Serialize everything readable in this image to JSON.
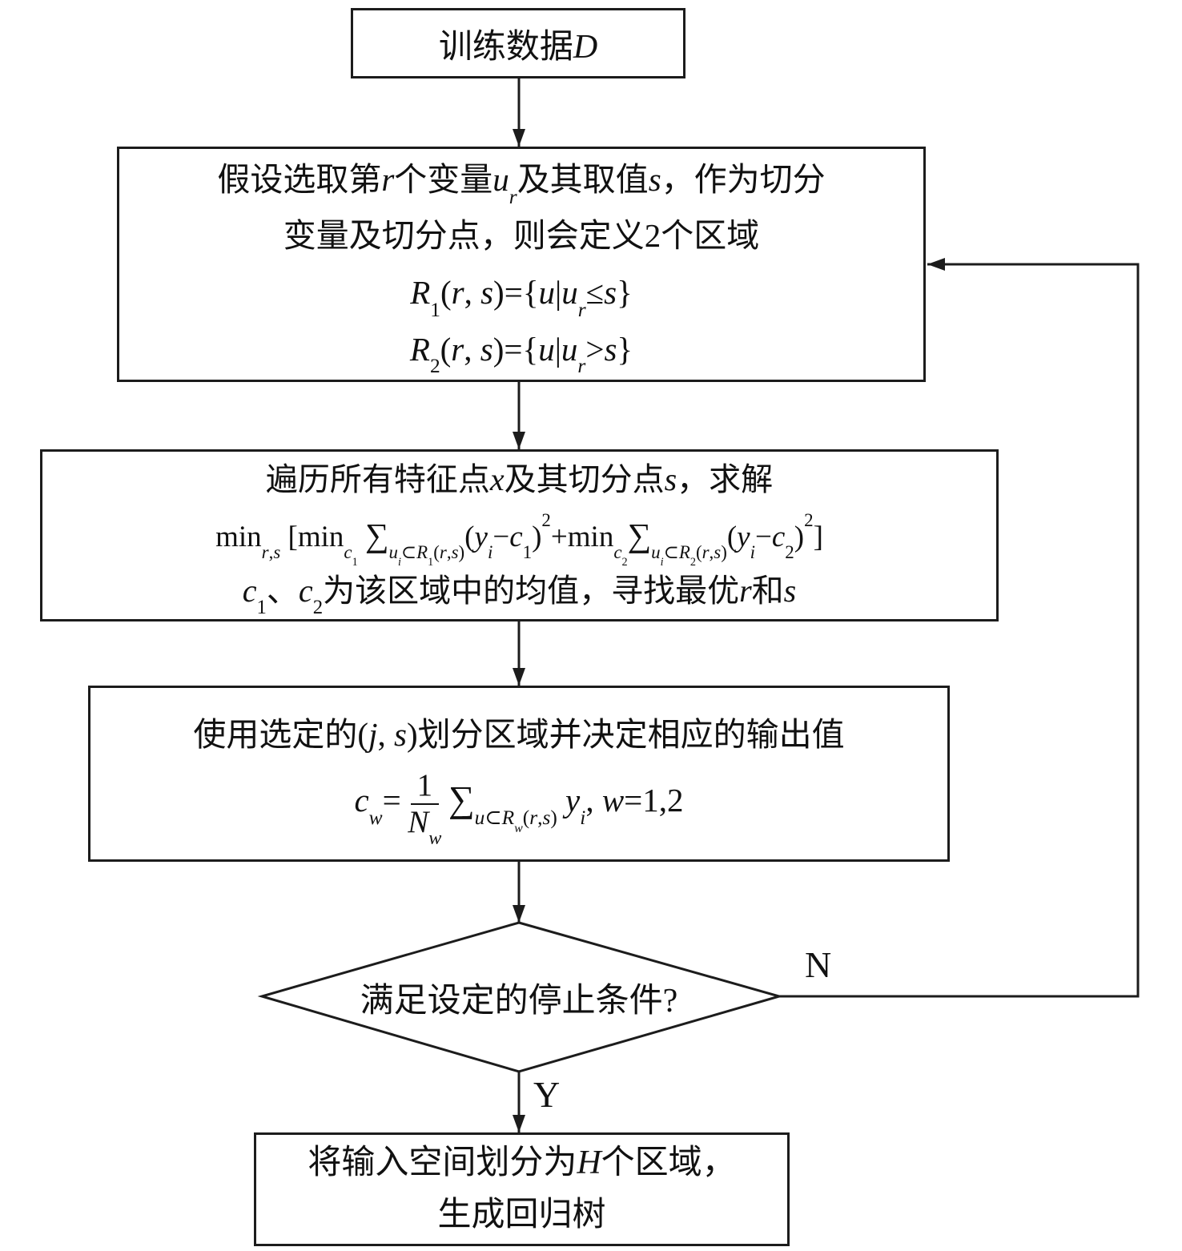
{
  "colors": {
    "stroke": "#1c1c1c",
    "background": "#ffffff"
  },
  "labels": {
    "no": "N",
    "yes": "Y"
  },
  "nodes": {
    "training_data": {
      "lines": [
        [
          {
            "t": "训练数据",
            "k": "n"
          },
          {
            "t": "D",
            "k": "i"
          }
        ]
      ]
    },
    "define_regions": {
      "lines": [
        [
          {
            "t": "假设选取第",
            "k": "n"
          },
          {
            "t": "r",
            "k": "i"
          },
          {
            "t": "个变量",
            "k": "n"
          },
          {
            "t": "u",
            "k": "i"
          },
          {
            "sub": [
              {
                "t": "r",
                "k": "i"
              }
            ]
          },
          {
            "t": "及其取值",
            "k": "n"
          },
          {
            "t": "s",
            "k": "i"
          },
          {
            "t": "，作为切分",
            "k": "n"
          }
        ],
        [
          {
            "t": "变量及切分点，则会定义2个区域",
            "k": "n"
          }
        ],
        [
          {
            "t": "R",
            "k": "i"
          },
          {
            "sub": [
              {
                "t": "1",
                "k": "n"
              }
            ]
          },
          {
            "t": "(",
            "k": "n"
          },
          {
            "t": "r",
            "k": "i"
          },
          {
            "t": ", ",
            "k": "n"
          },
          {
            "t": "s",
            "k": "i"
          },
          {
            "t": ")={",
            "k": "n"
          },
          {
            "t": "u",
            "k": "i"
          },
          {
            "t": "|",
            "k": "n"
          },
          {
            "t": "u",
            "k": "i"
          },
          {
            "sub": [
              {
                "t": "r",
                "k": "i"
              }
            ]
          },
          {
            "t": "≤",
            "k": "n"
          },
          {
            "t": "s",
            "k": "i"
          },
          {
            "t": "}",
            "k": "n"
          }
        ],
        [
          {
            "t": "R",
            "k": "i"
          },
          {
            "sub": [
              {
                "t": "2",
                "k": "n"
              }
            ]
          },
          {
            "t": "(",
            "k": "n"
          },
          {
            "t": "r",
            "k": "i"
          },
          {
            "t": ", ",
            "k": "n"
          },
          {
            "t": "s",
            "k": "i"
          },
          {
            "t": ")={",
            "k": "n"
          },
          {
            "t": "u",
            "k": "i"
          },
          {
            "t": "|",
            "k": "n"
          },
          {
            "t": "u",
            "k": "i"
          },
          {
            "sub": [
              {
                "t": "r",
                "k": "i"
              }
            ]
          },
          {
            "t": ">",
            "k": "n"
          },
          {
            "t": "s",
            "k": "i"
          },
          {
            "t": "}",
            "k": "n"
          }
        ]
      ]
    },
    "minimize": {
      "lines": [
        [
          {
            "t": "遍历所有特征点",
            "k": "n"
          },
          {
            "t": "x",
            "k": "i"
          },
          {
            "t": "及其切分点",
            "k": "n"
          },
          {
            "t": "s",
            "k": "i"
          },
          {
            "t": "，求解",
            "k": "n"
          }
        ],
        [
          {
            "t": "min",
            "k": "n"
          },
          {
            "sub": [
              {
                "t": "r",
                "k": "i"
              },
              {
                "t": ",",
                "k": "n"
              },
              {
                "t": "s",
                "k": "i"
              }
            ]
          },
          {
            "t": " [min",
            "k": "n"
          },
          {
            "sub": [
              {
                "t": "c",
                "k": "i"
              },
              {
                "sub": [
                  {
                    "t": "1",
                    "k": "n"
                  }
                ]
              }
            ]
          },
          {
            "t": " ",
            "k": "n"
          },
          {
            "t": "∑",
            "k": "op"
          },
          {
            "sub": [
              {
                "t": "u",
                "k": "i"
              },
              {
                "sub": [
                  {
                    "t": "i",
                    "k": "i"
                  }
                ]
              },
              {
                "t": "⊂",
                "k": "n"
              },
              {
                "t": "R",
                "k": "i"
              },
              {
                "sub": [
                  {
                    "t": "1",
                    "k": "n"
                  }
                ]
              },
              {
                "t": "(",
                "k": "n"
              },
              {
                "t": "r",
                "k": "i"
              },
              {
                "t": ",",
                "k": "n"
              },
              {
                "t": "s",
                "k": "i"
              },
              {
                "t": ")",
                "k": "n"
              }
            ]
          },
          {
            "t": "(",
            "k": "n"
          },
          {
            "t": "y",
            "k": "i"
          },
          {
            "sub": [
              {
                "t": "i",
                "k": "i"
              }
            ]
          },
          {
            "t": "−",
            "k": "n"
          },
          {
            "t": "c",
            "k": "i"
          },
          {
            "sub": [
              {
                "t": "1",
                "k": "n"
              }
            ]
          },
          {
            "t": ")",
            "k": "n"
          },
          {
            "sup": [
              {
                "t": "2",
                "k": "n"
              }
            ]
          },
          {
            "t": "+min",
            "k": "n"
          },
          {
            "sub": [
              {
                "t": "c",
                "k": "i"
              },
              {
                "sub": [
                  {
                    "t": "2",
                    "k": "n"
                  }
                ]
              }
            ]
          },
          {
            "t": "∑",
            "k": "op"
          },
          {
            "sub": [
              {
                "t": "u",
                "k": "i"
              },
              {
                "sub": [
                  {
                    "t": "i",
                    "k": "i"
                  }
                ]
              },
              {
                "t": "⊂",
                "k": "n"
              },
              {
                "t": "R",
                "k": "i"
              },
              {
                "sub": [
                  {
                    "t": "2",
                    "k": "n"
                  }
                ]
              },
              {
                "t": "(",
                "k": "n"
              },
              {
                "t": "r",
                "k": "i"
              },
              {
                "t": ",",
                "k": "n"
              },
              {
                "t": "s",
                "k": "i"
              },
              {
                "t": ")",
                "k": "n"
              }
            ]
          },
          {
            "t": "(",
            "k": "n"
          },
          {
            "t": "y",
            "k": "i"
          },
          {
            "sub": [
              {
                "t": "i",
                "k": "i"
              }
            ]
          },
          {
            "t": "−",
            "k": "n"
          },
          {
            "t": "c",
            "k": "i"
          },
          {
            "sub": [
              {
                "t": "2",
                "k": "n"
              }
            ]
          },
          {
            "t": ")",
            "k": "n"
          },
          {
            "sup": [
              {
                "t": "2",
                "k": "n"
              }
            ]
          },
          {
            "t": "]",
            "k": "n"
          }
        ],
        [
          {
            "t": "c",
            "k": "i"
          },
          {
            "sub": [
              {
                "t": "1",
                "k": "n"
              }
            ]
          },
          {
            "t": "、",
            "k": "n"
          },
          {
            "t": "c",
            "k": "i"
          },
          {
            "sub": [
              {
                "t": "2",
                "k": "n"
              }
            ]
          },
          {
            "t": "为该区域中的均值，寻找最优",
            "k": "n"
          },
          {
            "t": "r",
            "k": "i"
          },
          {
            "t": "和",
            "k": "n"
          },
          {
            "t": "s",
            "k": "i"
          }
        ]
      ]
    },
    "output_value": {
      "lines": [
        [
          {
            "t": "使用选定的(",
            "k": "n"
          },
          {
            "t": "j",
            "k": "i"
          },
          {
            "t": ", ",
            "k": "n"
          },
          {
            "t": "s",
            "k": "i"
          },
          {
            "t": ")划分区域并决定相应的输出值",
            "k": "n"
          }
        ],
        [
          {
            "t": "c",
            "k": "i"
          },
          {
            "sub": [
              {
                "t": "w",
                "k": "i"
              }
            ]
          },
          {
            "t": "=",
            "k": "n"
          },
          {
            "frac": {
              "num": [
                {
                  "t": "1",
                  "k": "n"
                }
              ],
              "den": [
                {
                  "t": "N",
                  "k": "i"
                },
                {
                  "sub": [
                    {
                      "t": "w",
                      "k": "i"
                    }
                  ]
                }
              ]
            }
          },
          {
            "t": "∑",
            "k": "op"
          },
          {
            "sub": [
              {
                "t": "u",
                "k": "i"
              },
              {
                "t": "⊂",
                "k": "n"
              },
              {
                "t": "R",
                "k": "i"
              },
              {
                "sub": [
                  {
                    "t": "w",
                    "k": "i"
                  }
                ]
              },
              {
                "t": "(",
                "k": "n"
              },
              {
                "t": "r",
                "k": "i"
              },
              {
                "t": ",",
                "k": "n"
              },
              {
                "t": "s",
                "k": "i"
              },
              {
                "t": ")",
                "k": "n"
              }
            ]
          },
          {
            "t": " ",
            "k": "n"
          },
          {
            "t": "y",
            "k": "i"
          },
          {
            "sub": [
              {
                "t": "i",
                "k": "i"
              }
            ]
          },
          {
            "t": ", ",
            "k": "n"
          },
          {
            "t": "w",
            "k": "i"
          },
          {
            "t": "=1,2",
            "k": "n"
          }
        ]
      ]
    },
    "stop_condition": {
      "text": "满足设定的停止条件?"
    },
    "generate_tree": {
      "lines": [
        [
          {
            "t": "将输入空间划分为",
            "k": "n"
          },
          {
            "t": "H",
            "k": "i"
          },
          {
            "t": "个区域，",
            "k": "n"
          }
        ],
        [
          {
            "t": "生成回归树",
            "k": "n"
          }
        ]
      ]
    }
  }
}
